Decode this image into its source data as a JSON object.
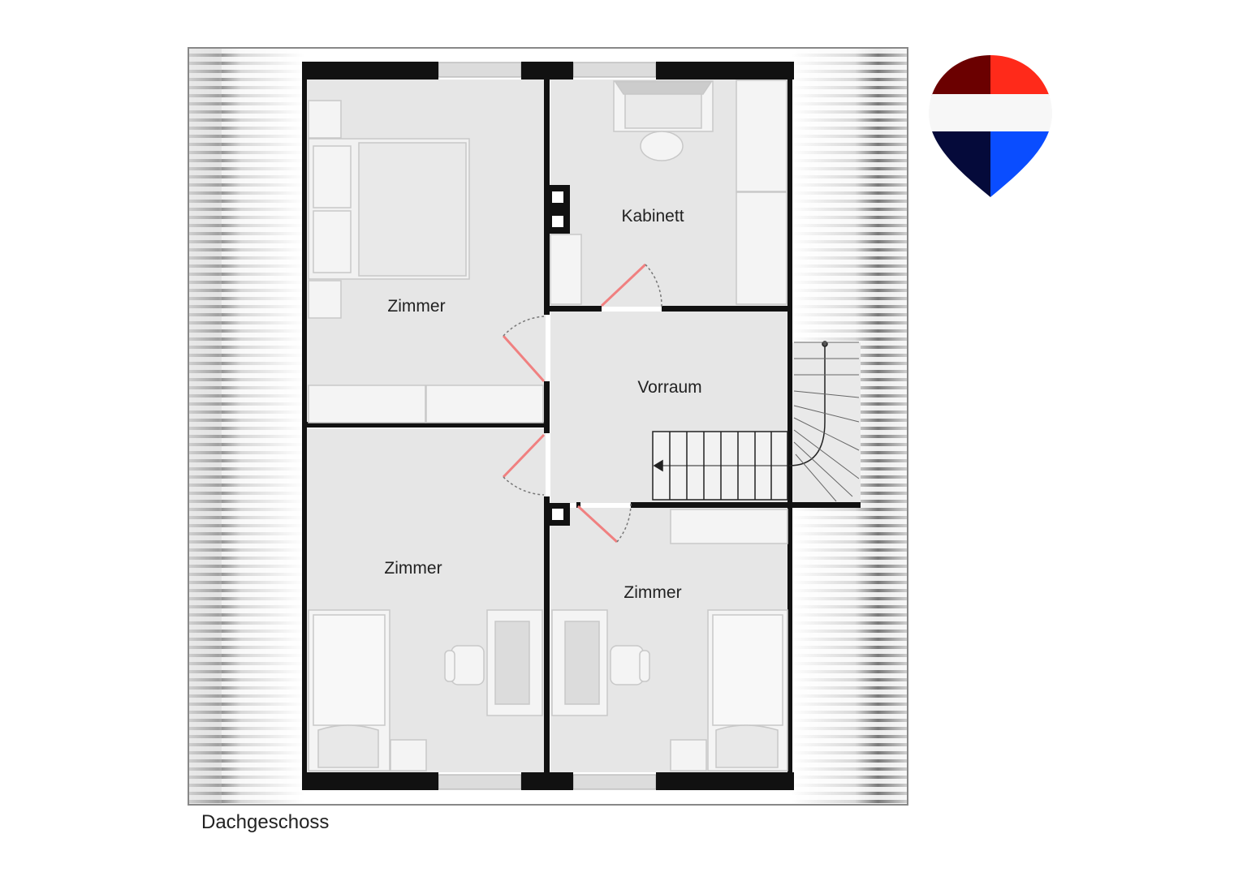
{
  "floor": {
    "name": "Dachgeschoss"
  },
  "rooms": [
    {
      "id": "zimmer-north-west",
      "label": "Zimmer"
    },
    {
      "id": "kabinett",
      "label": "Kabinett"
    },
    {
      "id": "vorraum",
      "label": "Vorraum"
    },
    {
      "id": "zimmer-south-west",
      "label": "Zimmer"
    },
    {
      "id": "zimmer-south-east",
      "label": "Zimmer"
    }
  ],
  "colors": {
    "wall": "#111111",
    "floor": "#e6e6e6",
    "door_leaf": "#f08080",
    "furniture": "#f4f4f4",
    "furniture_stroke": "#c8c8c8",
    "roof_slope_dark": "#7a7a7a",
    "logo_red": "#ff2a1a",
    "logo_dark_red": "#6b0000",
    "logo_blue": "#0a4dff",
    "logo_navy": "#050a3a"
  },
  "logo": {
    "icon": "balloon-logo-icon"
  }
}
